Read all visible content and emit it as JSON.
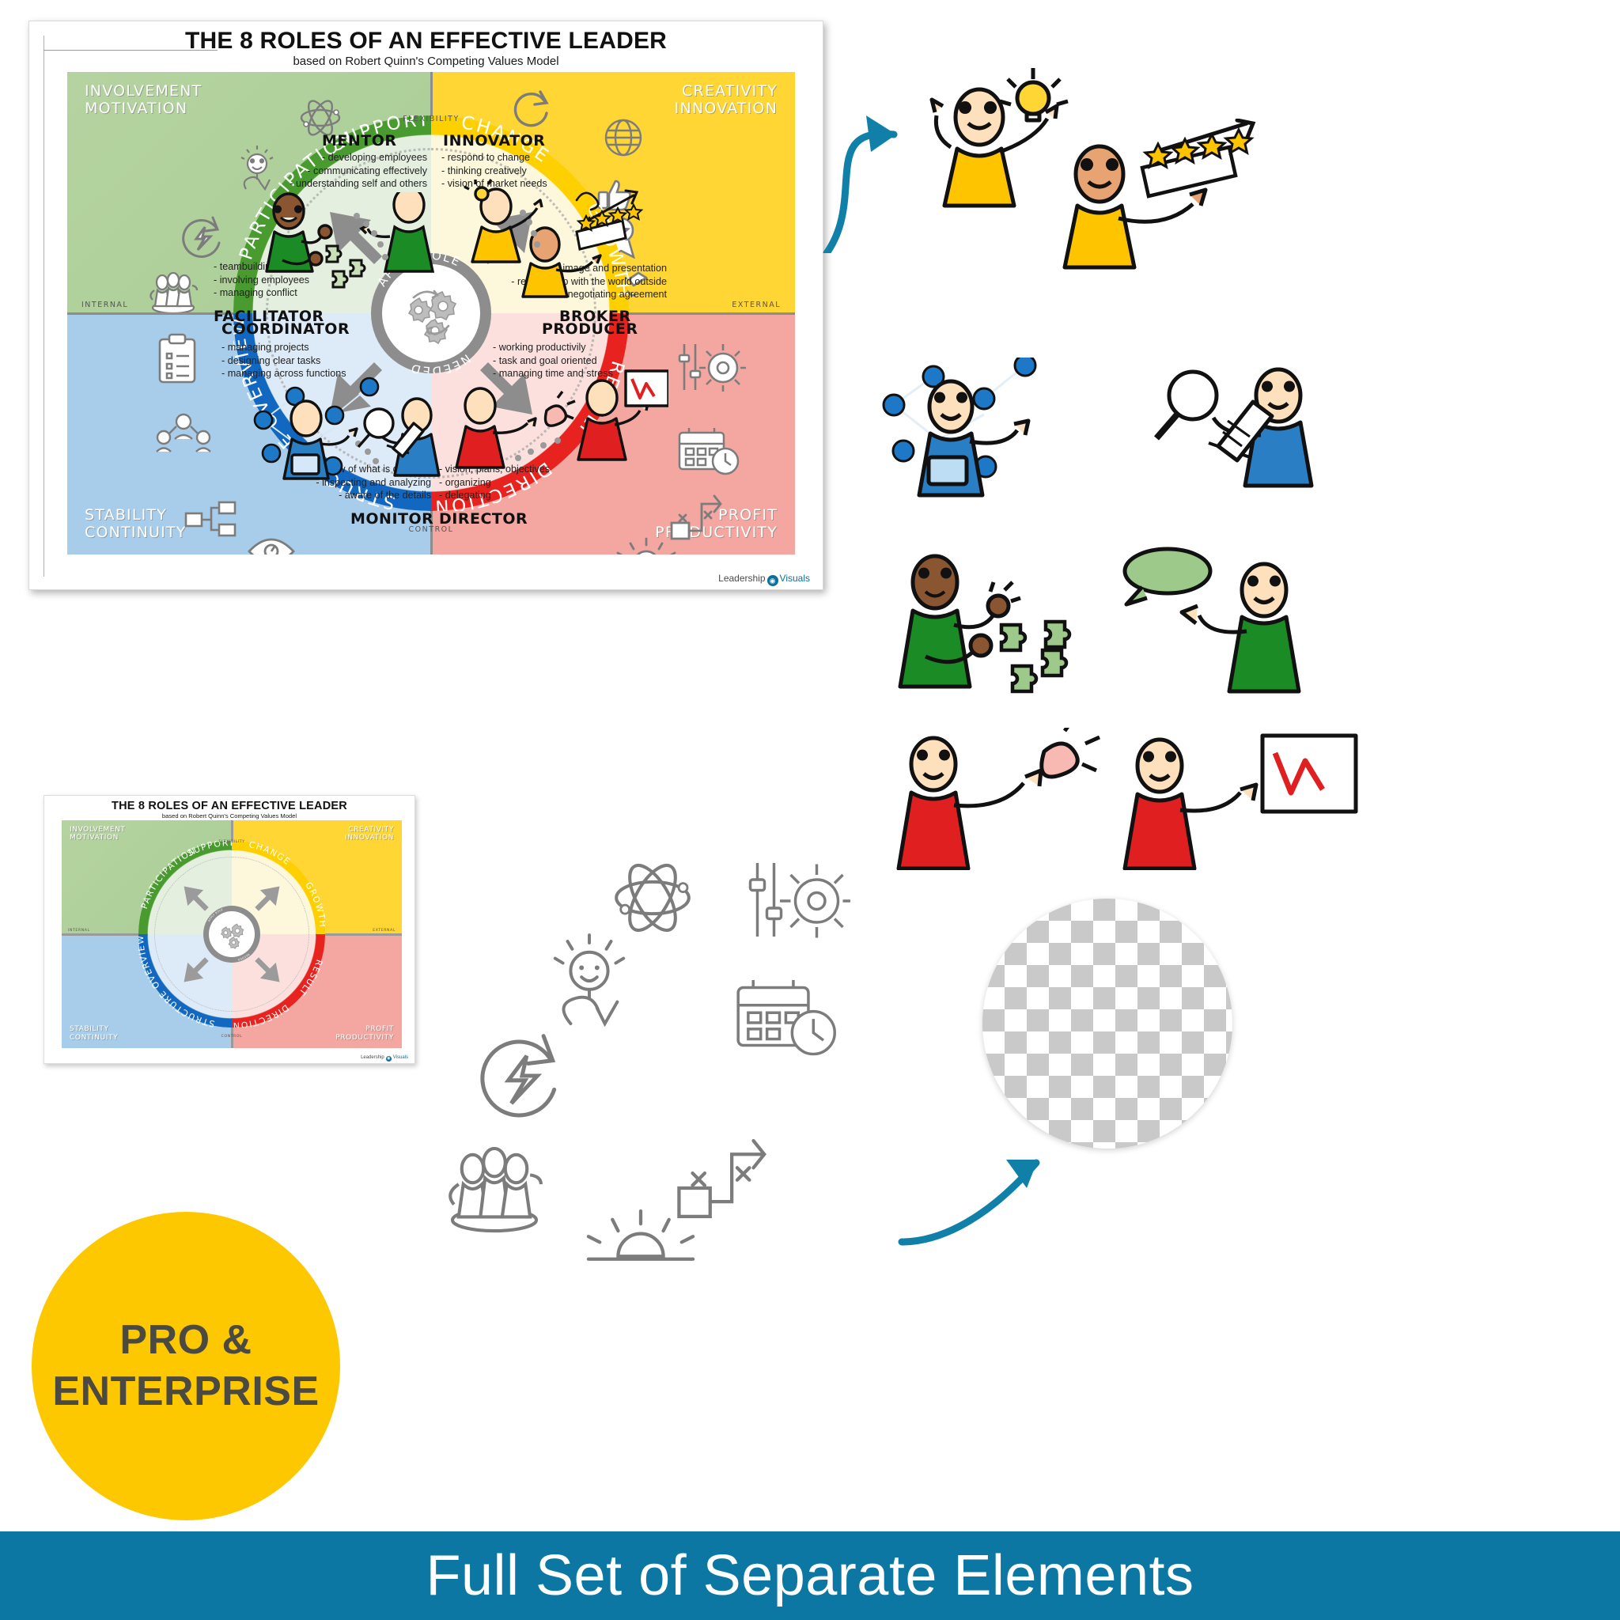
{
  "poster": {
    "title": "THE 8 ROLES OF AN EFFECTIVE LEADER",
    "subtitle": "based on Robert Quinn's Competing Values Model",
    "quadrant_labels": {
      "top_left": "INVOLVEMENT\nMOTIVATION",
      "top_right": "CREATIVITY\nINNOVATION",
      "bottom_left": "STABILITY\nCONTINUITY",
      "bottom_right": "PROFIT\nPRODUCTIVITY"
    },
    "axis_captions": {
      "top": "FLEXIBILITY",
      "bottom": "CONTROL",
      "left": "INTERNAL",
      "right": "EXTERNAL"
    },
    "ring_segments": [
      {
        "label": "SUPPORT",
        "color": "#4a9b2f"
      },
      {
        "label": "CHANGE",
        "color": "#ffd000"
      },
      {
        "label": "GROWTH",
        "color": "#ffd000"
      },
      {
        "label": "RESULT",
        "color": "#e8231f"
      },
      {
        "label": "DIRECTION",
        "color": "#e8231f"
      },
      {
        "label": "STRUCTURE",
        "color": "#1267c0"
      },
      {
        "label": "OVERVIEW",
        "color": "#1267c0"
      },
      {
        "label": "PARTICIPATION",
        "color": "#4a9b2f"
      }
    ],
    "hub": {
      "top_label": "APPLY ROLE",
      "bottom_label": "NEEDED",
      "icon": "gears-icon"
    },
    "roles": [
      {
        "name": "MENTOR",
        "bullets": "- developing employees\n- communicating effectively\n- understanding self and others"
      },
      {
        "name": "INNOVATOR",
        "bullets": "- respond to change\n- thinking creatively\n- vision of market needs"
      },
      {
        "name": "FACILITATOR",
        "bullets": "- teambuilding\n- involving employees\n- managing conflict"
      },
      {
        "name": "BROKER",
        "bullets": "- image and presentation\n- relationship with the world outside\n- negotiating agreement"
      },
      {
        "name": "COORDINATOR",
        "bullets": "- managing projects\n- designing clear tasks\n- managing across functions"
      },
      {
        "name": "PRODUCER",
        "bullets": "- working productivily\n- task and goal oriented\n- managing time and stress"
      },
      {
        "name": "MONITOR",
        "bullets": "- a view of what is going on\n- inspecting and analyzing\n- aware of the details"
      },
      {
        "name": "DIRECTOR",
        "bullets": "- vision, plans, objectives\n- organizing\n- delegating"
      }
    ],
    "footer_logo": {
      "word1": "Leadership",
      "word2": "Visuals"
    }
  },
  "thumbnail": {
    "title": "THE 8 ROLES OF AN EFFECTIVE LEADER",
    "subtitle": "based on Robert Quinn's Competing Values Model"
  },
  "badge": {
    "line1": "PRO &",
    "line2": "ENTERPRISE",
    "color": "#fdc800"
  },
  "banner": {
    "text": "Full Set of Separate Elements",
    "color": "#0d77a3"
  },
  "swatch": {
    "name": "transparent-background-checkerboard"
  },
  "icons": [
    {
      "name": "atom-icon"
    },
    {
      "name": "lightbulb-person-icon"
    },
    {
      "name": "energy-refresh-icon"
    },
    {
      "name": "team-group-icon"
    },
    {
      "name": "sliders-gear-icon"
    },
    {
      "name": "calendar-clock-icon"
    },
    {
      "name": "strategy-path-icon"
    },
    {
      "name": "sunrise-icon"
    },
    {
      "name": "refresh-cycle-icon"
    },
    {
      "name": "globe-icon"
    },
    {
      "name": "thumbs-up-icon"
    },
    {
      "name": "award-ribbon-icon"
    },
    {
      "name": "handshake-icon"
    },
    {
      "name": "checklist-clipboard-icon"
    },
    {
      "name": "network-people-icon"
    },
    {
      "name": "flowchart-icon"
    },
    {
      "name": "eye-icon"
    }
  ],
  "figures": [
    {
      "name": "figure-idea-pointing-yellow"
    },
    {
      "name": "figure-presenting-stars-yellow"
    },
    {
      "name": "figure-network-blue"
    },
    {
      "name": "figure-magnifier-blue"
    },
    {
      "name": "figure-puzzle-green"
    },
    {
      "name": "figure-speech-green"
    },
    {
      "name": "figure-listening-red"
    },
    {
      "name": "figure-flipchart-red"
    }
  ],
  "colors": {
    "green": "#4a9b2f",
    "yellow": "#ffd000",
    "red": "#e8231f",
    "blue": "#1267c0",
    "quad_green": "#b0d09a",
    "quad_yellow": "#ffd633",
    "quad_blue": "#a7cdeb",
    "quad_red": "#f4a6a0",
    "teal": "#0d77a3",
    "badge_yellow": "#fdc800",
    "arrow_teal": "#1180a8"
  }
}
